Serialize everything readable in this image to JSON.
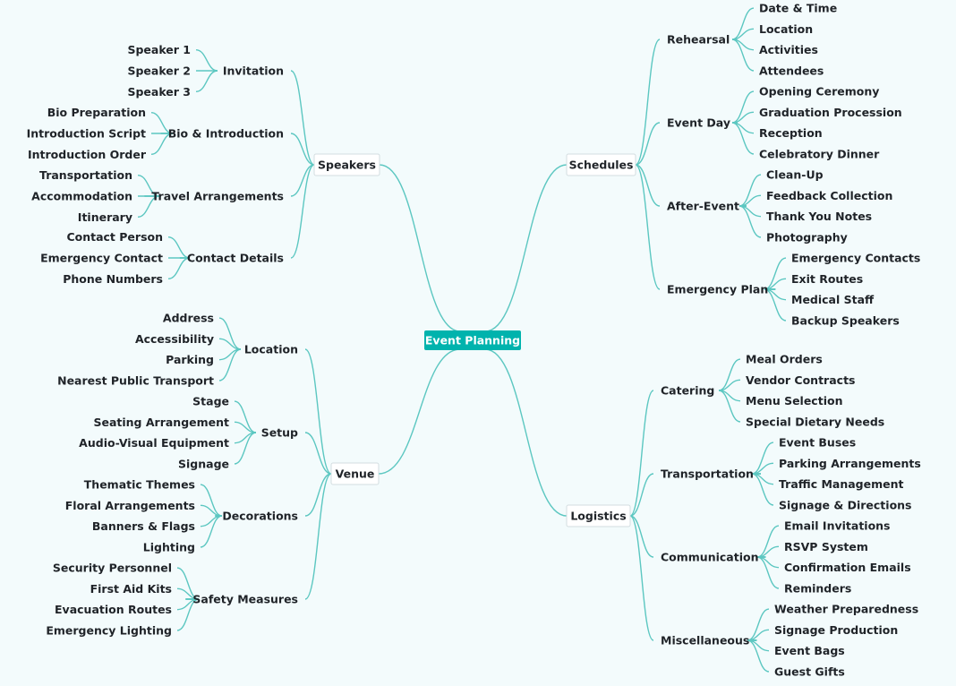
{
  "colors": {
    "line": "#5cc7c1",
    "root_fill": "#00b3ad",
    "root_text": "#ffffff",
    "text": "#1f2328"
  },
  "root": {
    "label": "Event Planning"
  },
  "branches": [
    {
      "label": "Speakers",
      "side": "left",
      "children": [
        {
          "label": "Invitation",
          "children": [
            "Speaker 1",
            "Speaker 2",
            "Speaker 3"
          ]
        },
        {
          "label": "Bio & Introduction",
          "children": [
            "Bio Preparation",
            "Introduction Script",
            "Introduction Order"
          ]
        },
        {
          "label": "Travel Arrangements",
          "children": [
            "Transportation",
            "Accommodation",
            "Itinerary"
          ]
        },
        {
          "label": "Contact Details",
          "children": [
            "Contact Person",
            "Emergency Contact",
            "Phone Numbers"
          ]
        }
      ]
    },
    {
      "label": "Venue",
      "side": "left",
      "children": [
        {
          "label": "Location",
          "children": [
            "Address",
            "Accessibility",
            "Parking",
            "Nearest Public Transport"
          ]
        },
        {
          "label": "Setup",
          "children": [
            "Stage",
            "Seating Arrangement",
            "Audio-Visual Equipment",
            "Signage"
          ]
        },
        {
          "label": "Decorations",
          "children": [
            "Thematic Themes",
            "Floral Arrangements",
            "Banners & Flags",
            "Lighting"
          ]
        },
        {
          "label": "Safety Measures",
          "children": [
            "Security Personnel",
            "First Aid Kits",
            "Evacuation Routes",
            "Emergency Lighting"
          ]
        }
      ]
    },
    {
      "label": "Schedules",
      "side": "right",
      "children": [
        {
          "label": "Rehearsal",
          "children": [
            "Date & Time",
            "Location",
            "Activities",
            "Attendees"
          ]
        },
        {
          "label": "Event Day",
          "children": [
            "Opening Ceremony",
            "Graduation Procession",
            "Reception",
            "Celebratory Dinner"
          ]
        },
        {
          "label": "After-Event",
          "children": [
            "Clean-Up",
            "Feedback Collection",
            "Thank You Notes",
            "Photography"
          ]
        },
        {
          "label": "Emergency Plan",
          "children": [
            "Emergency Contacts",
            "Exit Routes",
            "Medical Staff",
            "Backup Speakers"
          ]
        }
      ]
    },
    {
      "label": "Logistics",
      "side": "right",
      "children": [
        {
          "label": "Catering",
          "children": [
            "Meal Orders",
            "Vendor Contracts",
            "Menu Selection",
            "Special Dietary Needs"
          ]
        },
        {
          "label": "Transportation",
          "children": [
            "Event Buses",
            "Parking Arrangements",
            "Traffic Management",
            "Signage & Directions"
          ]
        },
        {
          "label": "Communication",
          "children": [
            "Email Invitations",
            "RSVP System",
            "Confirmation Emails",
            "Reminders"
          ]
        },
        {
          "label": "Miscellaneous",
          "children": [
            "Weather Preparedness",
            "Signage Production",
            "Event Bags",
            "Guest Gifts"
          ]
        }
      ]
    }
  ]
}
